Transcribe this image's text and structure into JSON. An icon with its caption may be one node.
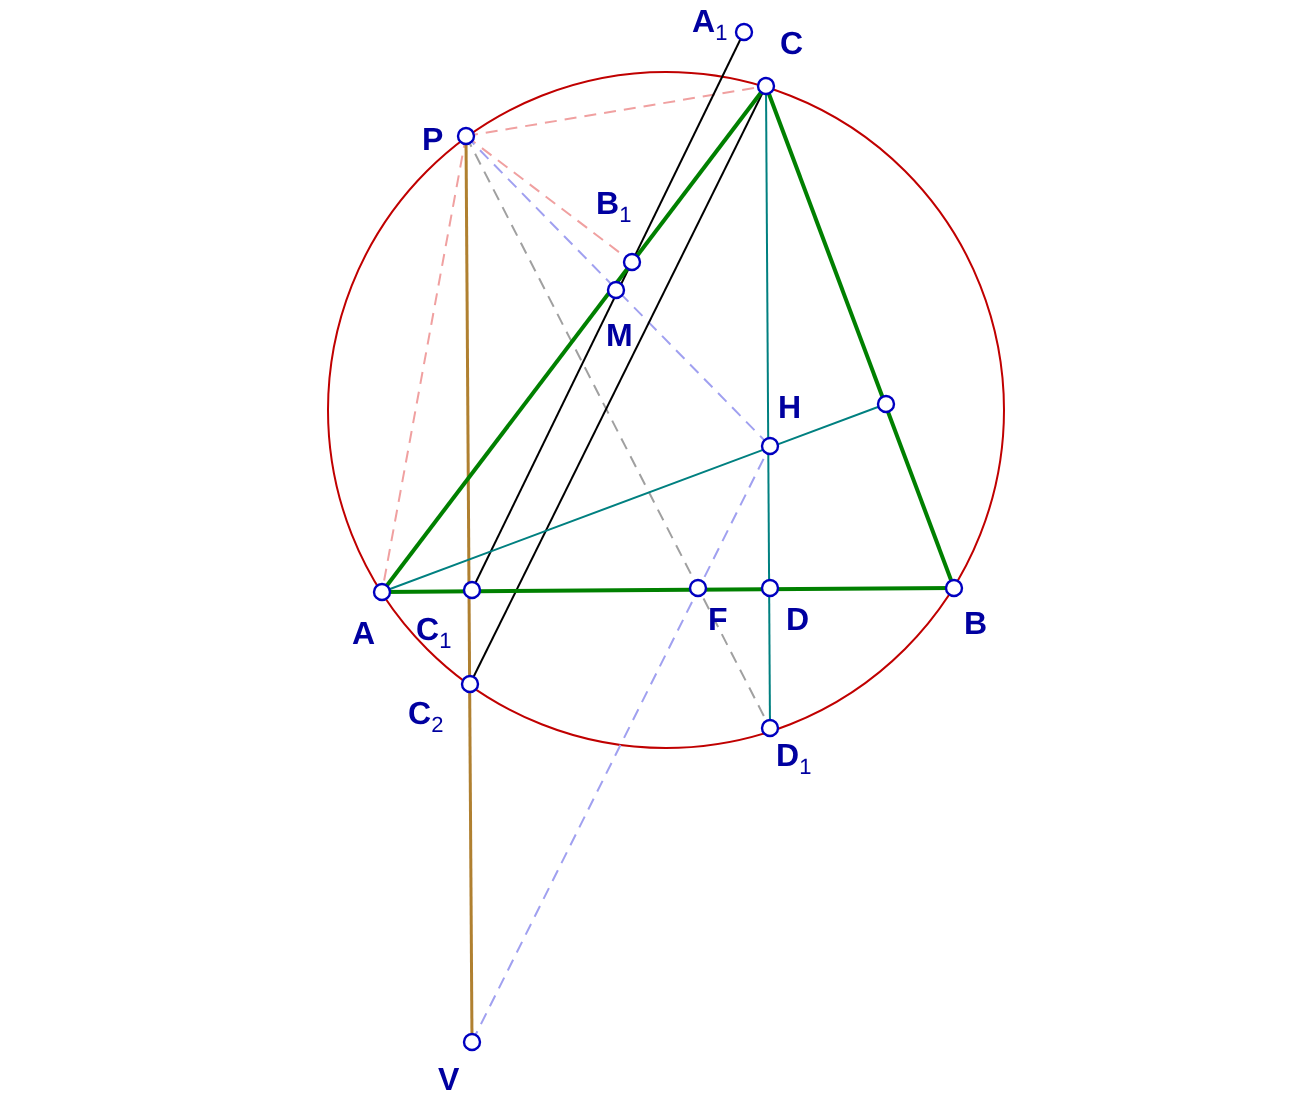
{
  "diagram": {
    "labels": [
      "A$_{1}$",
      "C",
      "P",
      "B$_{1}$",
      "M",
      "H",
      "A",
      "C$_{1}$",
      "F",
      "D",
      "B",
      "C$_{2}$",
      "D$_{1}$",
      "V"
    ]
  }
}
